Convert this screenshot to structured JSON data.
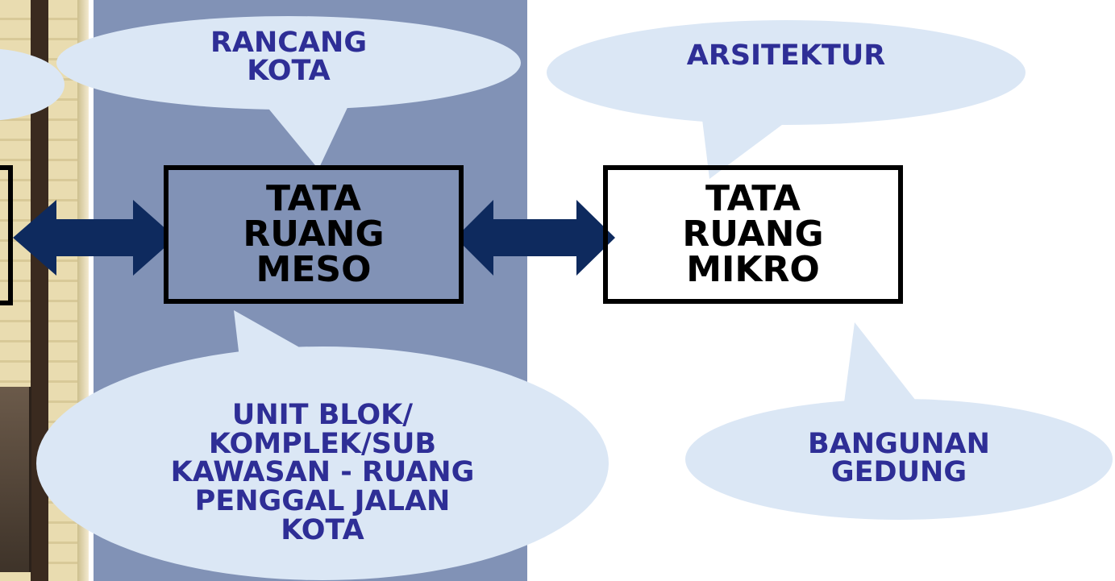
{
  "nodes": {
    "meso": {
      "lines": [
        "TATA",
        "RUANG",
        "MESO"
      ]
    },
    "mikro": {
      "lines": [
        "TATA",
        "RUANG",
        "MIKRO"
      ]
    }
  },
  "callouts": {
    "rancang_kota": {
      "lines": [
        "RANCANG",
        "KOTA"
      ]
    },
    "arsitektur": {
      "lines": [
        "ARSITEKTUR"
      ]
    },
    "unit_blok": {
      "lines": [
        "UNIT BLOK/",
        "KOMPLEK/SUB",
        "KAWASAN - RUANG",
        "PENGGAL JALAN",
        "KOTA"
      ]
    },
    "bangunan": {
      "lines": [
        "BANGUNAN",
        "GEDUNG"
      ]
    }
  },
  "colors": {
    "meso_band": "#8192b6",
    "callout_fill": "#dbe7f5",
    "callout_text": "#2e2e96",
    "arrow": "#0e2a5e",
    "box_border": "#000000"
  }
}
